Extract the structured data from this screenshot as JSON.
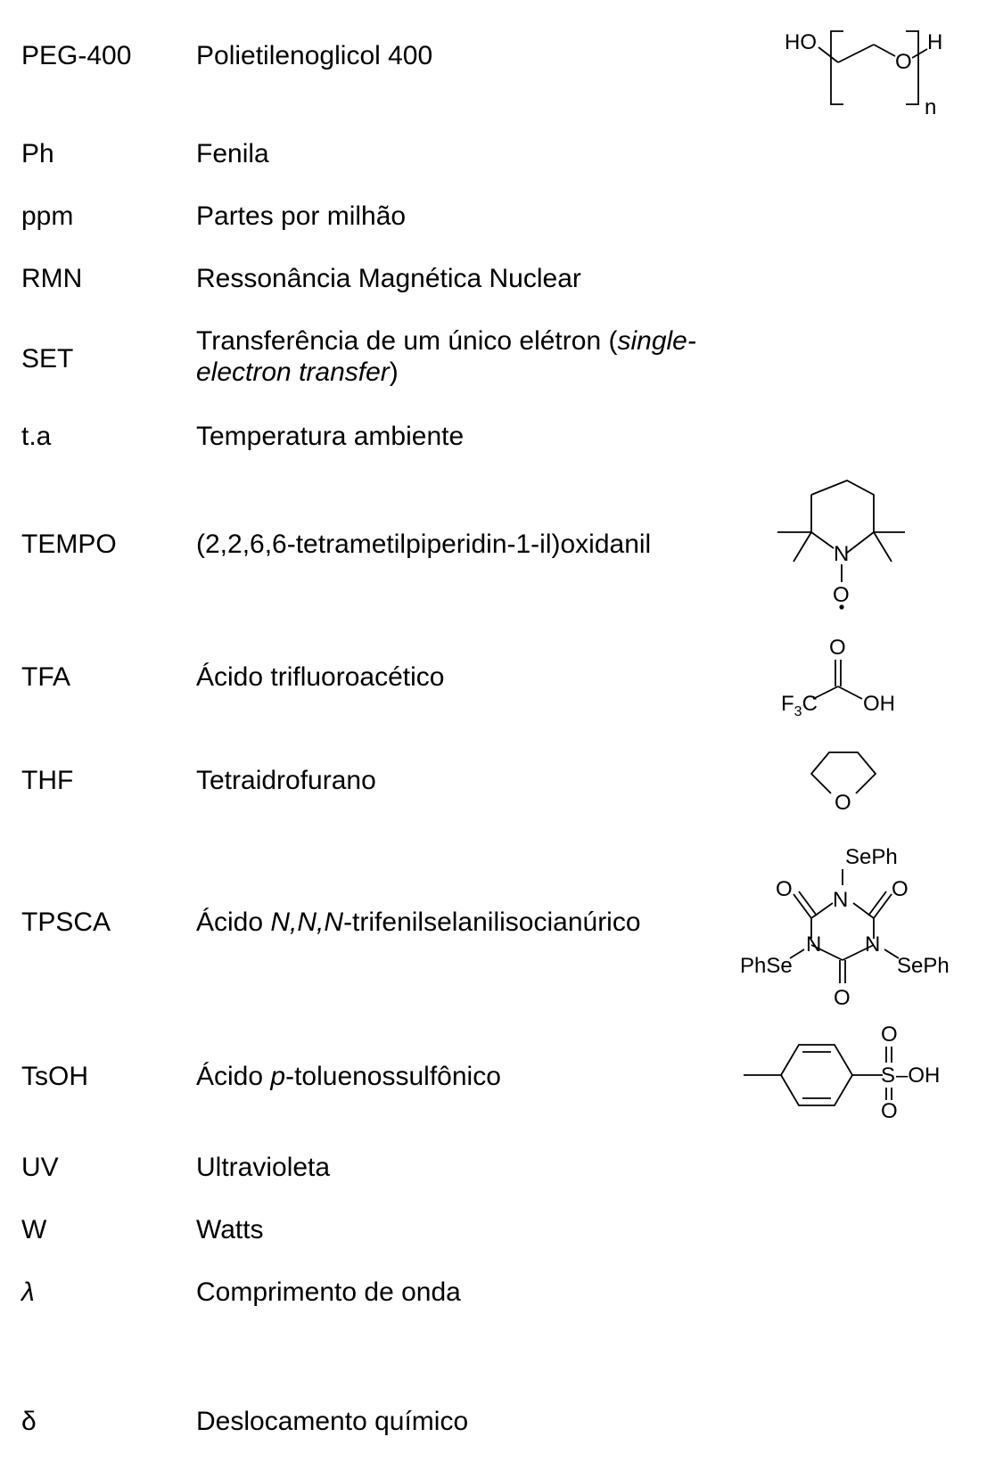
{
  "entries": [
    {
      "abbr": "PEG-400",
      "desc": "Polietilenoglicol 400"
    },
    {
      "abbr": "Ph",
      "desc": "Fenila"
    },
    {
      "abbr": "ppm",
      "desc": "Partes por milhão"
    },
    {
      "abbr": "RMN",
      "desc": "Ressonância Magnética Nuclear"
    },
    {
      "abbr": "SET",
      "desc_a": "Transferência de um único elétron (",
      "desc_b": "single-electron transfer",
      "desc_c": ")"
    },
    {
      "abbr": "t.a",
      "desc": "Temperatura ambiente"
    },
    {
      "abbr": "TEMPO",
      "desc": "(2,2,6,6-tetrametilpiperidin-1-il)oxidanil"
    },
    {
      "abbr": "TFA",
      "desc": "Ácido trifluoroacético"
    },
    {
      "abbr": "THF",
      "desc": "Tetraidrofurano"
    },
    {
      "abbr": "TPSCA",
      "desc_a": "Ácido ",
      "desc_b": "N,N,N",
      "desc_c": "-trifenilselanilisocianúrico"
    },
    {
      "abbr": "TsOH",
      "desc_a": "Ácido ",
      "desc_b": "p",
      "desc_c": "-toluenossulfônico"
    },
    {
      "abbr": "UV",
      "desc": "Ultravioleta"
    },
    {
      "abbr": "W",
      "desc": "Watts"
    },
    {
      "abbr": "λ",
      "desc": "Comprimento de onda"
    },
    {
      "abbr": "δ",
      "desc": "Deslocamento químico"
    }
  ],
  "structures": {
    "peg": {
      "ho": "HO",
      "o": "O",
      "h": "H",
      "n": "n"
    },
    "tempo": {
      "n": "N",
      "o": "O"
    },
    "tfa": {
      "o_top": "O",
      "f3c": "F",
      "three": "3",
      "c": "C",
      "oh": "OH"
    },
    "thf": {
      "o": "O"
    },
    "tpsca": {
      "seph_top": "SePh",
      "o_left": "O",
      "o_right": "O",
      "n_top": "N",
      "n_left": "N",
      "n_right": "N",
      "phse": "PhSe",
      "seph_right": "SePh",
      "o_bottom": "O"
    },
    "tsoh": {
      "o_top": "O",
      "s": "S",
      "oh": "–OH",
      "o_bottom": "O"
    }
  }
}
